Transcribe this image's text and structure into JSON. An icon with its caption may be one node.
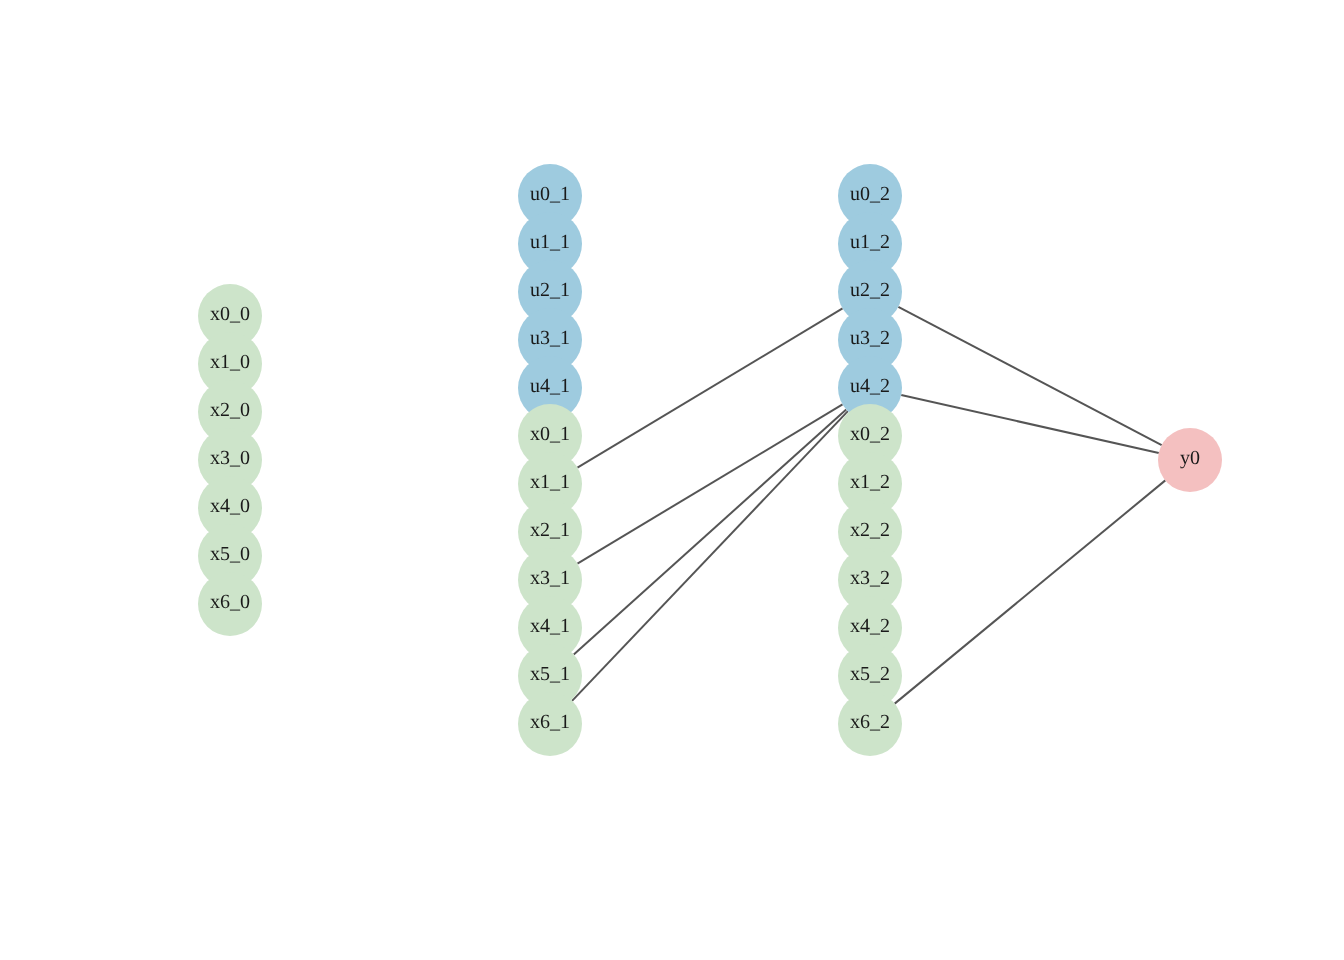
{
  "diagram": {
    "nodes": [
      {
        "text": [
          "x0_0"
        ]
      },
      {
        "text": [
          "x1_0"
        ]
      },
      {
        "text": [
          "x2_0"
        ]
      },
      {
        "text": [
          "x3_0"
        ]
      },
      {
        "text": [
          "x4_0"
        ]
      },
      {
        "text": [
          "x5_0"
        ]
      },
      {
        "text": [
          "x6_0"
        ]
      },
      {
        "text": [
          "u0_1"
        ]
      },
      {
        "text": [
          "u1_1"
        ]
      },
      {
        "text": [
          "u2_1"
        ]
      },
      {
        "text": [
          "u3_1"
        ]
      },
      {
        "text": [
          "u4_1"
        ]
      },
      {
        "text": [
          "x0_1"
        ]
      },
      {
        "text": [
          "x1_1"
        ]
      },
      {
        "text": [
          "x2_1"
        ]
      },
      {
        "text": [
          "x3_1"
        ]
      },
      {
        "text": [
          "x4_1"
        ]
      },
      {
        "text": [
          "x5_1"
        ]
      },
      {
        "text": [
          "x6_1"
        ]
      },
      {
        "text": [
          "u0_2"
        ]
      },
      {
        "text": [
          "u1_2"
        ]
      },
      {
        "text": [
          "u2_2"
        ]
      },
      {
        "text": [
          "u3_2"
        ]
      },
      {
        "text": [
          "u4_2"
        ]
      },
      {
        "text": [
          "x0_2"
        ]
      },
      {
        "text": [
          "x1_2"
        ]
      },
      {
        "text": [
          "x2_2"
        ]
      },
      {
        "text": [
          "x3_2"
        ]
      },
      {
        "text": [
          "x4_2"
        ]
      },
      {
        "text": [
          "x5_2"
        ]
      },
      {
        "text": [
          "x6_2"
        ]
      },
      {
        "text": [
          "y0"
        ]
      }
    ],
    "edges": [
      {
        "from": 13,
        "to": 21,
        "arrow": "none"
      },
      {
        "from": 15,
        "to": 23,
        "arrow": "none"
      },
      {
        "from": 17,
        "to": 23,
        "arrow": "none"
      },
      {
        "from": 18,
        "to": 23,
        "arrow": "none"
      },
      {
        "from": 21,
        "to": 31,
        "arrow": "none"
      },
      {
        "from": 23,
        "to": 31,
        "arrow": "none"
      },
      {
        "from": 30,
        "to": 31,
        "arrow": "none"
      }
    ]
  }
}
